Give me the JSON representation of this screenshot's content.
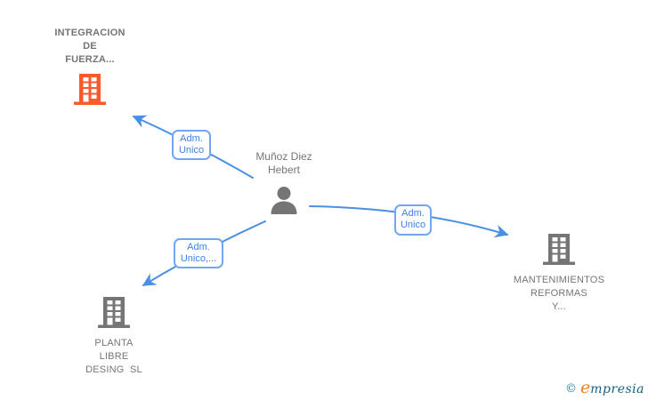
{
  "diagram": {
    "person": {
      "name": "Muñoz Diez\nHebert",
      "icon": "person-icon",
      "icon_color": "#757575"
    },
    "companies": [
      {
        "name": "INTEGRACION\nDE\nFUERZA...",
        "icon": "building-icon",
        "icon_color": "#fb5a2e",
        "emphasis": true
      },
      {
        "name": "PLANTA\nLIBRE\nDESING  SL",
        "icon": "building-icon",
        "icon_color": "#757575",
        "emphasis": false
      },
      {
        "name": "MANTENIMIENTOS\nREFORMAS\nY...",
        "icon": "building-icon",
        "icon_color": "#757575",
        "emphasis": false
      }
    ],
    "edges": [
      {
        "label": "Adm.\nUnico",
        "from": "Muñoz Diez Hebert",
        "to": "INTEGRACION DE FUERZA..."
      },
      {
        "label": "Adm.\nUnico,...",
        "from": "Muñoz Diez Hebert",
        "to": "PLANTA LIBRE DESING SL"
      },
      {
        "label": "Adm.\nUnico",
        "from": "Muñoz Diez Hebert",
        "to": "MANTENIMIENTOS REFORMAS Y..."
      }
    ]
  },
  "watermark": {
    "copyright_symbol": "©",
    "brand": "empresia",
    "brand_initial": "e",
    "brand_rest": "mpresia"
  },
  "colors": {
    "edge_blue": "#4a90e2",
    "edge_label_blue": "#4080e8",
    "edge_box_border": "#74a5f2",
    "node_text_gray": "#757575",
    "highlight_orange": "#fb5a2e",
    "background": "#ffffff"
  }
}
